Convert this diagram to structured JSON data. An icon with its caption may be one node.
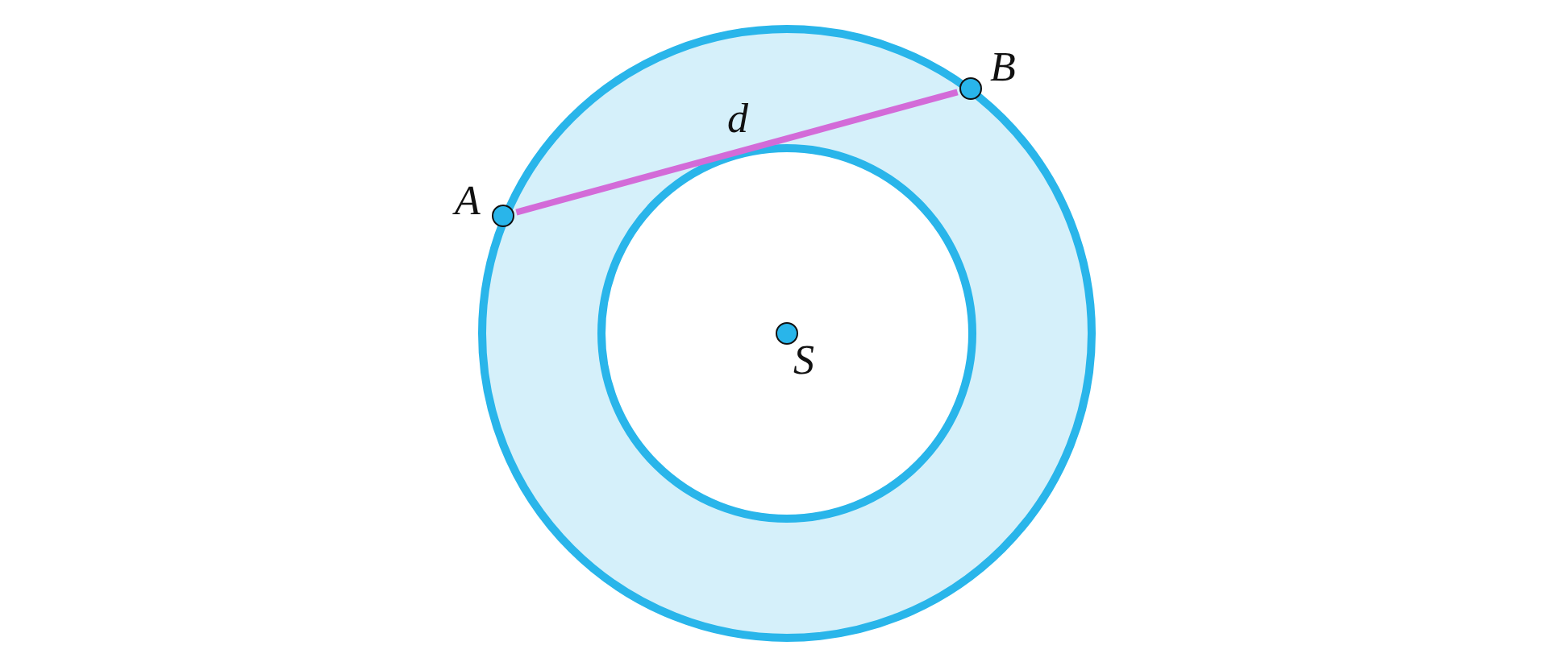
{
  "diagram": {
    "nodes": [
      {
        "text": [
          "A"
        ]
      },
      {
        "text": [
          "B"
        ]
      },
      {
        "text": [
          "S"
        ]
      }
    ],
    "edges": [
      {
        "from": 0,
        "to": 1,
        "arrow": "none",
        "label": "d",
        "color": "#d36bd8"
      }
    ]
  }
}
